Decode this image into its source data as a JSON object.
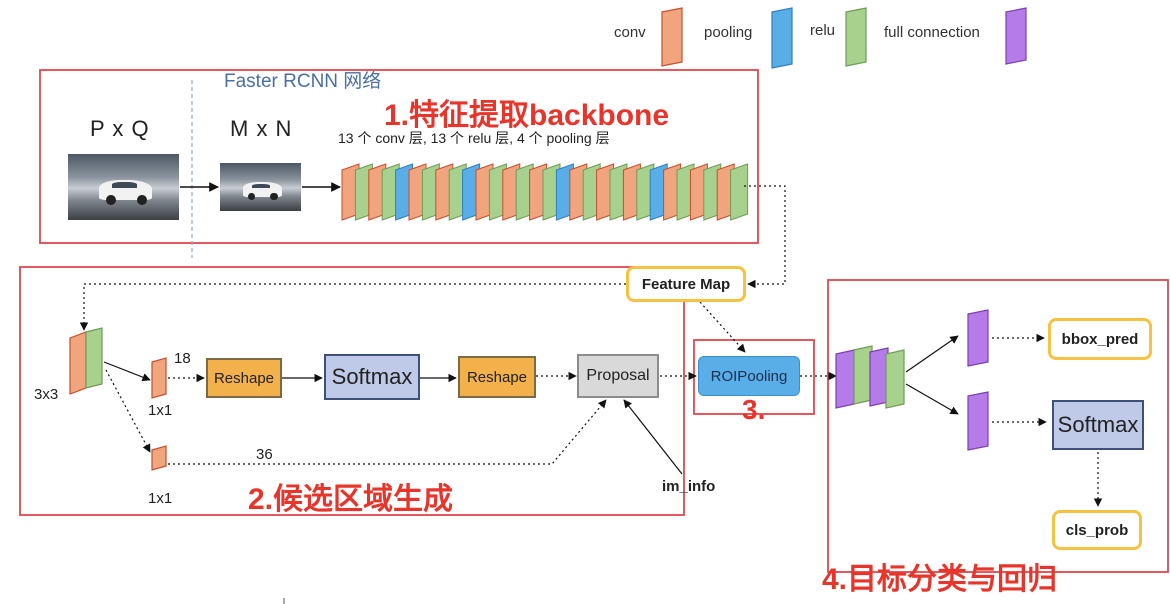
{
  "legend": {
    "conv": "conv",
    "pooling": "pooling",
    "relu": "relu",
    "full_connection": "full connection"
  },
  "network_title": "Faster RCNN 网络",
  "section1": {
    "title": "1.特征提取backbone",
    "input_dim": "P x Q",
    "resized_dim": "M x N",
    "layers_desc": "13 个 conv 层, 13 个 relu 层, 4 个 pooling 层"
  },
  "section2": {
    "title": "2.候选区域生成",
    "kernel_3x3": "3x3",
    "kernel_1x1_top": "1x1",
    "kernel_1x1_bottom": "1x1",
    "channels_18": "18",
    "channels_36": "36",
    "reshape_1": "Reshape",
    "softmax": "Softmax",
    "reshape_2": "Reshape",
    "proposal": "Proposal",
    "im_info": "im_info"
  },
  "feature_map": "Feature Map",
  "section3": {
    "title": "3.",
    "roi_pooling": "ROIPooling"
  },
  "section4": {
    "title": "4.目标分类与回归",
    "bbox_pred": "bbox_pred",
    "softmax": "Softmax",
    "cls_prob": "cls_prob"
  },
  "colors": {
    "conv": "#f0a57e",
    "pooling": "#5aaee8",
    "relu": "#a9d18e",
    "full_connection": "#b57be8",
    "section_border": "#e0474c",
    "title_red": "#e8352b"
  }
}
